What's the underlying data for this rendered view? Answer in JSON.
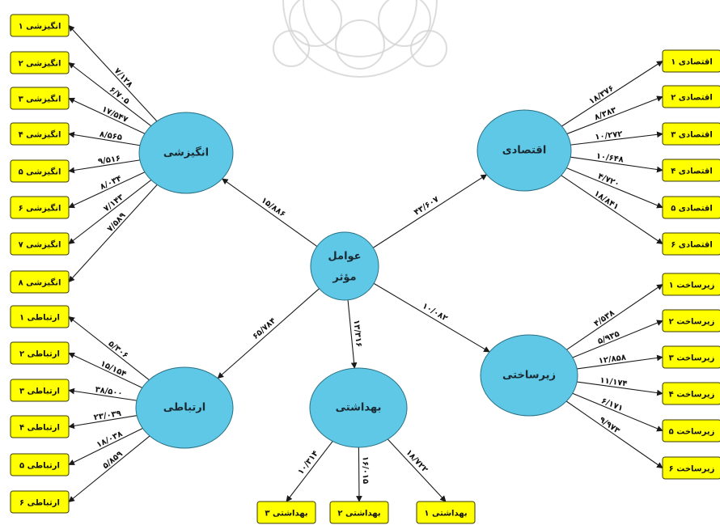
{
  "colors": {
    "latent_fill": "#5ec8e6",
    "indicator_fill": "#ffff00",
    "edge": "#1a1a1a"
  },
  "latents": {
    "center": "عوامل مؤثر",
    "angizeshi": "انگیزشی",
    "eghtesadi": "اقتصادی",
    "ertebati": "ارتباطی",
    "behdashti": "بهداشتی",
    "zirsakhti": "زیرساختی"
  },
  "paths": {
    "angizeshi": "۱۵/۸۸۶",
    "eghtesadi": "۴۳/۶۰۷",
    "ertebati": "۶۵/۷۸۴",
    "behdashti": "۱۳/۳۱۶",
    "zirsakhti": "۱۰/۰۸۲"
  },
  "angizeshi_indicators": [
    {
      "label": "انگیزشی ۱",
      "weight": "۷/۱۲۸"
    },
    {
      "label": "انگیزشی ۲",
      "weight": "۶/۷۰۵"
    },
    {
      "label": "انگیزشی ۳",
      "weight": "۱۷/۵۴۷"
    },
    {
      "label": "انگیزشی ۴",
      "weight": "۸/۵۶۵"
    },
    {
      "label": "انگیزشی ۵",
      "weight": "۹/۵۱۶"
    },
    {
      "label": "انگیزشی ۶",
      "weight": "۸/۰۳۴"
    },
    {
      "label": "انگیزشی ۷",
      "weight": "۷/۱۴۳"
    },
    {
      "label": "انگیزشی ۸",
      "weight": "۷/۵۸۹"
    }
  ],
  "eghtesadi_indicators": [
    {
      "label": "اقتصادی ۱",
      "weight": "۱۸/۳۷۶"
    },
    {
      "label": "اقتصادی ۲",
      "weight": "۸/۳۸۳"
    },
    {
      "label": "اقتصادی ۳",
      "weight": "۱۰/۲۷۲"
    },
    {
      "label": "اقتصادی ۴",
      "weight": "۱۰/۶۴۸"
    },
    {
      "label": "اقتصادی ۵",
      "weight": "۴/۷۲۰"
    },
    {
      "label": "اقتصادی ۶",
      "weight": "۱۸/۸۴۱"
    }
  ],
  "ertebati_indicators": [
    {
      "label": "ارتباطی ۱",
      "weight": "۵/۳۰۶"
    },
    {
      "label": "ارتباطی ۲",
      "weight": "۱۵/۱۵۴"
    },
    {
      "label": "ارتباطی ۳",
      "weight": "۳۸/۵۰۰"
    },
    {
      "label": "ارتباطی ۴",
      "weight": "۲۳/۰۳۹"
    },
    {
      "label": "ارتباطی ۵",
      "weight": "۱۸/۰۳۸"
    },
    {
      "label": "ارتباطی ۶",
      "weight": "۵/۸۵۹"
    }
  ],
  "behdashti_indicators": [
    {
      "label": "بهداشتی ۳",
      "weight": "۱۰/۳۱۴"
    },
    {
      "label": "بهداشتی ۲",
      "weight": "۱۶/۰۱۵"
    },
    {
      "label": "بهداشتی ۱",
      "weight": "۱۸/۷۲۲"
    }
  ],
  "zirsakhti_indicators": [
    {
      "label": "زیرساخت ۱",
      "weight": "۴/۵۳۸"
    },
    {
      "label": "زیرساخت ۲",
      "weight": "۵/۹۳۵"
    },
    {
      "label": "زیرساخت ۳",
      "weight": "۱۲/۸۵۸"
    },
    {
      "label": "زیرساخت ۴",
      "weight": "۱۱/۱۷۴"
    },
    {
      "label": "زیرساخت ۵",
      "weight": "۶/۱۷۱"
    },
    {
      "label": "زیرساخت ۶",
      "weight": "۹/۹۷۳"
    }
  ]
}
